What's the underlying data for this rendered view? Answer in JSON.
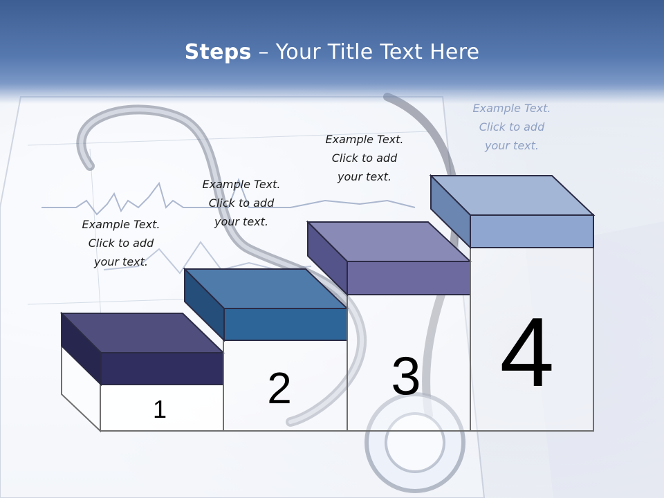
{
  "slide": {
    "title_bold": "Steps",
    "title_rest": " – Your Title Text Here"
  },
  "steps": [
    {
      "number": "1",
      "label_lines": [
        "Example Text.",
        "Click  to add",
        "your text."
      ],
      "top_color": "#4f4e7c",
      "front_color": "#2f2e5e",
      "side_color": "#27264f"
    },
    {
      "number": "2",
      "label_lines": [
        "Example Text.",
        "Click  to add",
        "your text."
      ],
      "top_color": "#4f7bab",
      "front_color": "#2e6599",
      "side_color": "#264e7a"
    },
    {
      "number": "3",
      "label_lines": [
        "Example Text.",
        "Click  to add",
        "your text."
      ],
      "top_color": "#8a8ab6",
      "front_color": "#6c6a9f",
      "side_color": "#55548a"
    },
    {
      "number": "4",
      "label_lines": [
        "Example Text.",
        "Click  to add",
        "your text."
      ],
      "top_color": "#a3b6d6",
      "front_color": "#8ea6d0",
      "side_color": "#6b86b0"
    }
  ]
}
